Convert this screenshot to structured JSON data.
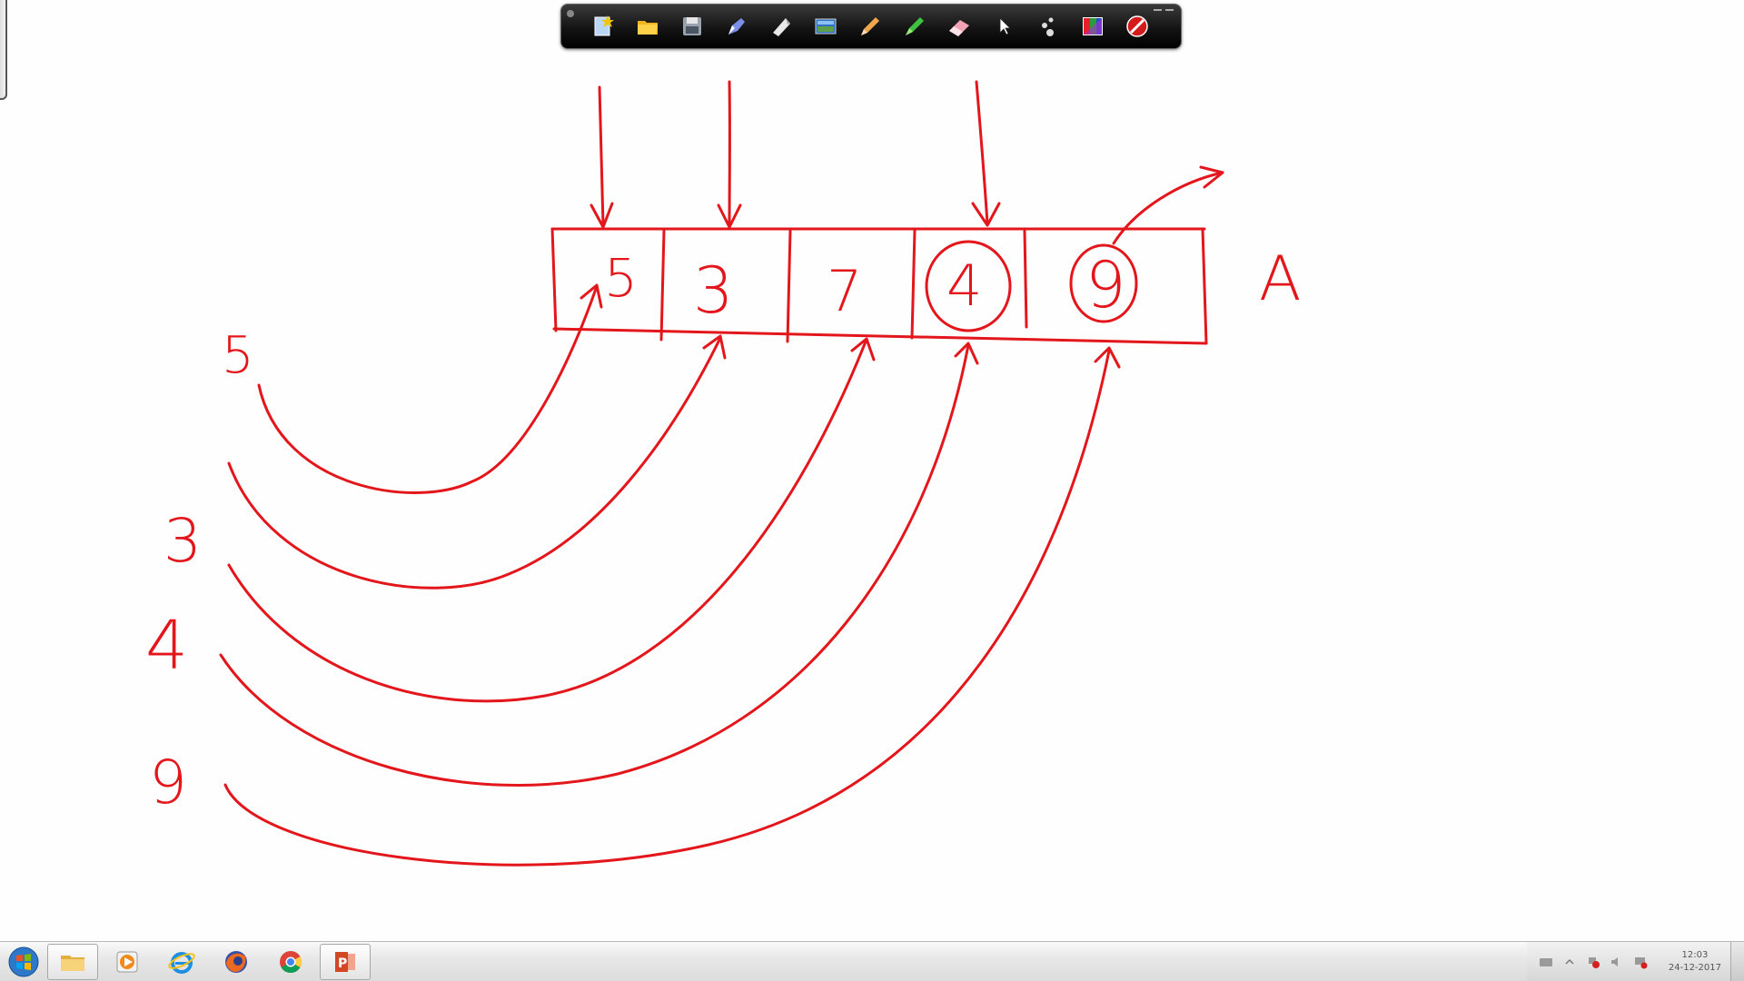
{
  "toolbar": {
    "tools": [
      {
        "name": "new-page-tool",
        "icon": "star-page-icon"
      },
      {
        "name": "open-tool",
        "icon": "folder-icon"
      },
      {
        "name": "save-tool",
        "icon": "floppy-icon"
      },
      {
        "name": "pen-tool",
        "icon": "pen-icon"
      },
      {
        "name": "page-tool",
        "icon": "page-icon"
      },
      {
        "name": "screen-capture-tool",
        "icon": "screen-icon"
      },
      {
        "name": "pencil-tool",
        "icon": "pencil-icon"
      },
      {
        "name": "highlighter-tool",
        "icon": "highlighter-icon"
      },
      {
        "name": "eraser-tool",
        "icon": "eraser-icon"
      },
      {
        "name": "pointer-tool",
        "icon": "pointer-icon"
      },
      {
        "name": "line-width-tool",
        "icon": "dots-icon"
      },
      {
        "name": "color-tool",
        "icon": "color-palette-icon"
      },
      {
        "name": "close-tool",
        "icon": "no-icon"
      }
    ],
    "accent": "#e3161b"
  },
  "whiteboard": {
    "array_label": "A",
    "cells": [
      "5",
      "3",
      "7",
      "4",
      "9"
    ],
    "circled": [
      "4",
      "9"
    ],
    "input_sequence": [
      "5",
      "3",
      "4",
      "9"
    ],
    "ink_color": "#e3161b"
  },
  "taskbar": {
    "apps": [
      {
        "name": "file-explorer",
        "icon": "folder-icon"
      },
      {
        "name": "media-player",
        "icon": "media-player-icon"
      },
      {
        "name": "internet-explorer",
        "icon": "ie-icon"
      },
      {
        "name": "firefox",
        "icon": "firefox-icon"
      },
      {
        "name": "chrome",
        "icon": "chrome-icon"
      },
      {
        "name": "powerpoint",
        "icon": "powerpoint-icon"
      }
    ],
    "clock_time": "12:03",
    "clock_date": "24-12-2017"
  }
}
